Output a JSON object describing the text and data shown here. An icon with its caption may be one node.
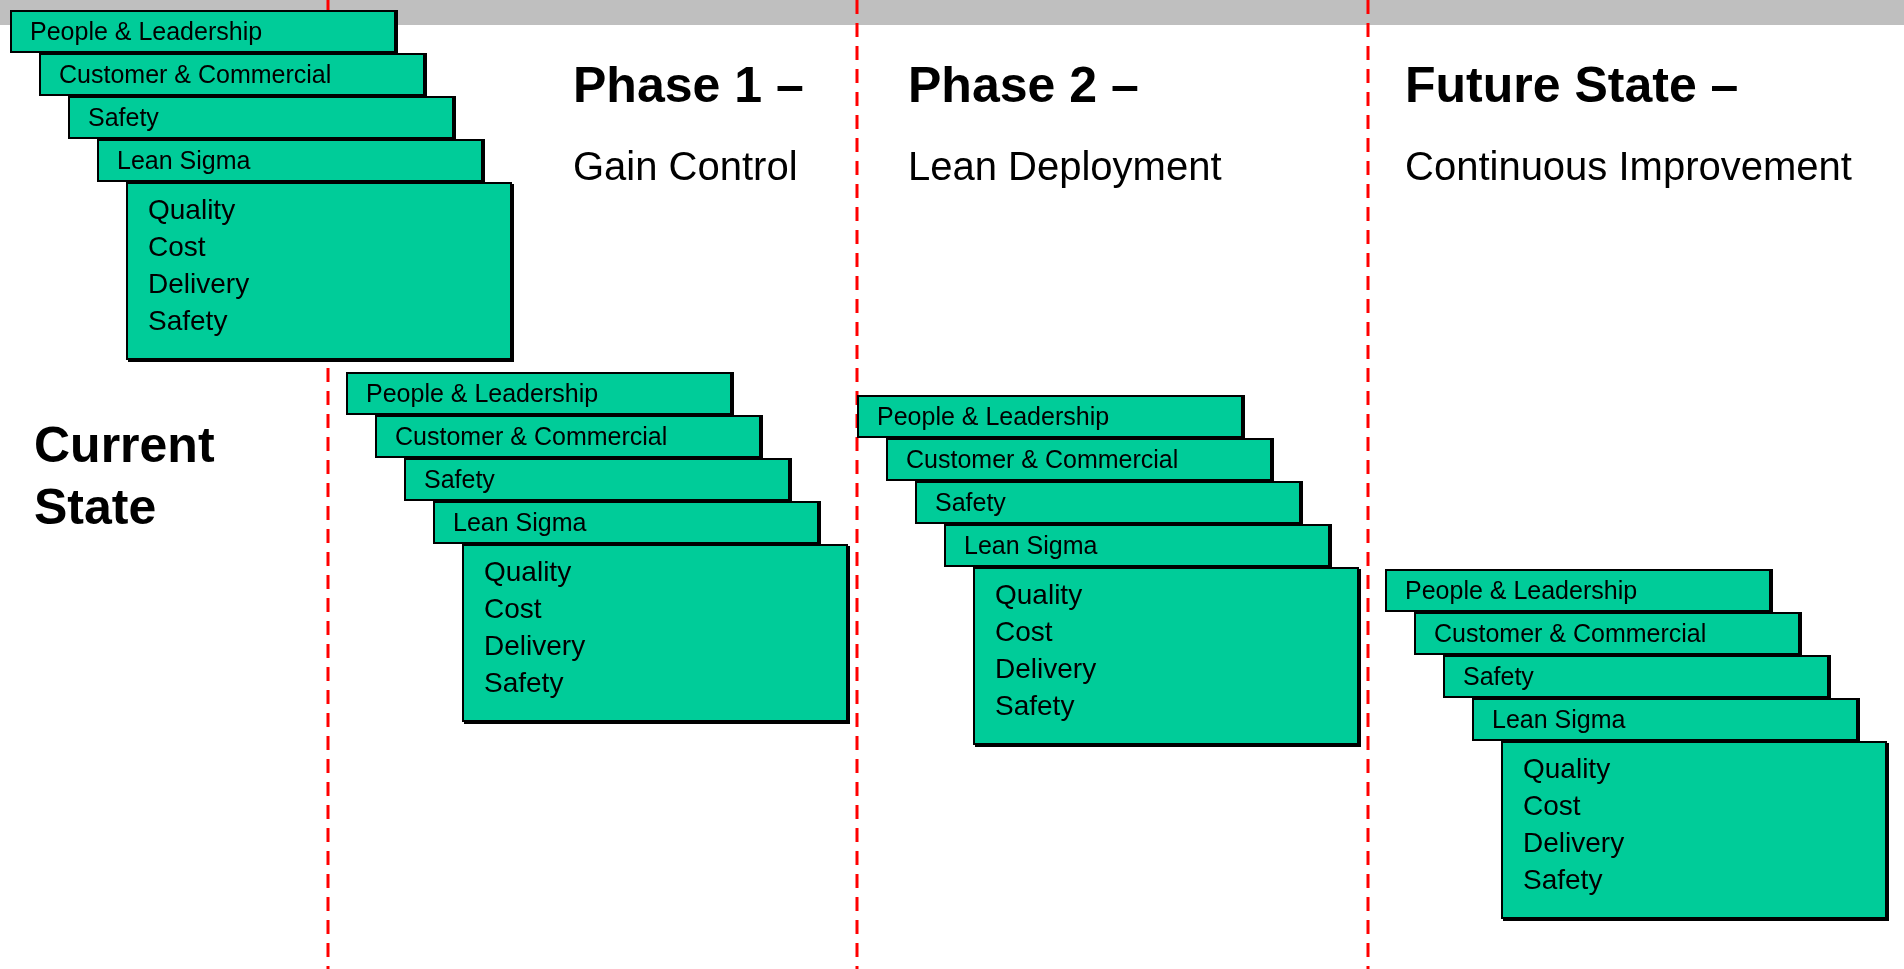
{
  "diagram": {
    "nodes": [
      {
        "text": [
          "People & Leadership"
        ]
      },
      {
        "text": [
          "Customer & Commercial"
        ]
      },
      {
        "text": [
          "Safety"
        ]
      },
      {
        "text": [
          "Lean Sigma"
        ]
      },
      {
        "text": [
          "Quality",
          "Cost",
          "Delivery",
          "Safety"
        ]
      },
      {
        "text": [
          "People & Leadership"
        ]
      },
      {
        "text": [
          "Customer & Commercial"
        ]
      },
      {
        "text": [
          "Safety"
        ]
      },
      {
        "text": [
          "Lean Sigma"
        ]
      },
      {
        "text": [
          "Quality",
          "Cost",
          "Delivery",
          "Safety"
        ]
      },
      {
        "text": [
          "People & Leadership"
        ]
      },
      {
        "text": [
          "Customer & Commercial"
        ]
      },
      {
        "text": [
          "Safety"
        ]
      },
      {
        "text": [
          "Lean Sigma"
        ]
      },
      {
        "text": [
          "Quality",
          "Cost",
          "Delivery",
          "Safety"
        ]
      },
      {
        "text": [
          "People & Leadership"
        ]
      },
      {
        "text": [
          "Customer & Commercial"
        ]
      },
      {
        "text": [
          "Safety"
        ]
      },
      {
        "text": [
          "Lean Sigma"
        ]
      },
      {
        "text": [
          "Quality",
          "Cost",
          "Delivery",
          "Safety"
        ]
      }
    ],
    "edges": [],
    "labels": [
      "Phase 1 –",
      "Gain Control",
      "Phase 2 –",
      "Lean Deployment",
      "Future State –",
      "Continuous Improvement",
      "Current State"
    ]
  }
}
